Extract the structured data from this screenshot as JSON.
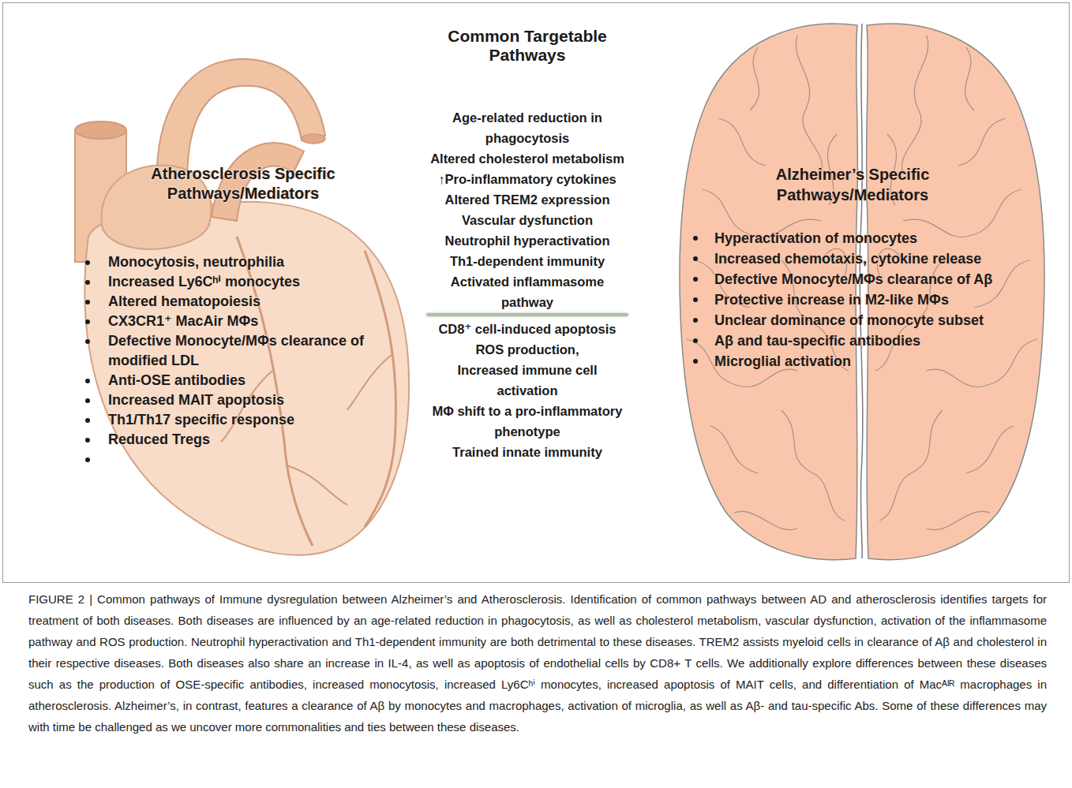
{
  "diagram": {
    "caption": "FIGURE 2 | Common pathways of Immune dysregulation between Alzheimer’s and Atherosclerosis. Identification of common pathways between AD and atherosclerosis identifies targets for treatment of both diseases. Both diseases are influenced by an age-related reduction in phagocytosis, as well as cholesterol metabolism, vascular dysfunction, activation of the inflammasome pathway and ROS production. Neutrophil hyperactivation and Th1-dependent immunity are both detrimental to these diseases. TREM2 assists myeloid cells in clearance of Aβ and cholesterol in their respective diseases. Both diseases also share an increase in IL-4, as well as apoptosis of endothelial cells by CD8+ T cells. We additionally explore differences between these diseases such as the production of OSE-specific antibodies, increased monocytosis, increased Ly6Cʰⁱ monocytes, increased apoptosis of MAIT cells, and differentiation of Macᴬᴵᴿ macrophages in atherosclerosis. Alzheimer’s, in contrast, features a clearance of Aβ by monocytes and macrophages, activation of microglia, as well as Aβ- and tau-specific Abs. Some of these differences may with time be challenged as we uncover more commonalities and ties between these diseases.",
    "nodes": [
      {
        "text": [
          "Atherosclerosis Specific Pathways/Mediators",
          "Monocytosis, neutrophilia",
          "Increased Ly6Cʰⁱ monocytes",
          "Altered hematopoiesis",
          "CX3CR1⁺ MacAir MΦs",
          "Defective Monocyte/MΦs clearance of modified LDL",
          "Anti-OSE antibodies",
          "Increased MAIT apoptosis",
          "Th1/Th17 specific response",
          "Reduced Tregs"
        ]
      },
      {
        "text": [
          "Common Targetable Pathways",
          "Age-related reduction in phagocytosis",
          "Altered cholesterol metabolism",
          "↑Pro-inflammatory cytokines",
          "Altered TREM2 expression",
          "Vascular dysfunction",
          "Neutrophil hyperactivation",
          "Th1-dependent immunity",
          "Activated inflammasome pathway",
          "CD8⁺ cell-induced apoptosis",
          "ROS production,",
          "Increased immune cell activation",
          "MΦ shift to a pro-inflammatory phenotype",
          "Trained innate immunity"
        ]
      },
      {
        "text": [
          "Alzheimer’s Specific Pathways/Mediators",
          "Hyperactivation of monocytes",
          "Increased chemotaxis, cytokine release",
          "Defective Monocyte/MΦs clearance of Aβ",
          "Protective increase in M2-like MΦs",
          "Unclear dominance of monocyte subset",
          "Aβ and tau-specific antibodies",
          "Microglial activation"
        ]
      }
    ]
  }
}
